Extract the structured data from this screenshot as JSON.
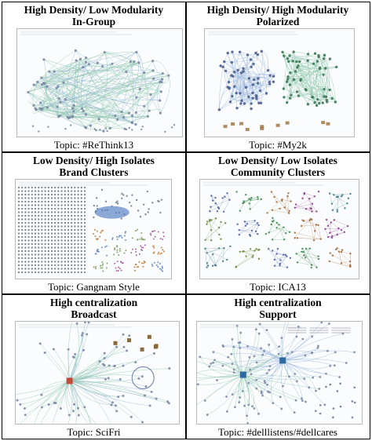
{
  "cells": [
    {
      "title_line1": "High Density/ Low Modularity",
      "title_line2": "In-Group",
      "topic": "Topic: #ReThink13",
      "pattern": "ring-cluster",
      "accent": "#2d8f6f"
    },
    {
      "title_line1": "High Density/ High Modularity",
      "title_line2": "Polarized",
      "topic": "Topic: #My2k",
      "pattern": "two-clusters",
      "accent": "#2f8a5c"
    },
    {
      "title_line1": "Low Density/ High Isolates",
      "title_line2": "Brand Clusters",
      "topic": "Topic: Gangnam Style",
      "pattern": "isolate-grid",
      "accent": "#4a66b0"
    },
    {
      "title_line1": "Low Density/ Low Isolates",
      "title_line2": "Community Clusters",
      "topic": "Topic: ICA13",
      "pattern": "community-groups",
      "accent": "#3c8a4e"
    },
    {
      "title_line1": "High centralization",
      "title_line2": "Broadcast",
      "topic": "Topic: SciFri",
      "pattern": "hub-broadcast",
      "accent": "#2a9a7c"
    },
    {
      "title_line1": "High centralization",
      "title_line2": "Support",
      "topic": "Topic: #delllistens/#dellcares",
      "pattern": "hub-support",
      "accent": "#2a8f7a"
    }
  ],
  "colors": {
    "edge_green": "#3a9d6e",
    "edge_blue": "#4b7fc2",
    "node_gray": "#7d8aa6",
    "border": "#000000"
  }
}
